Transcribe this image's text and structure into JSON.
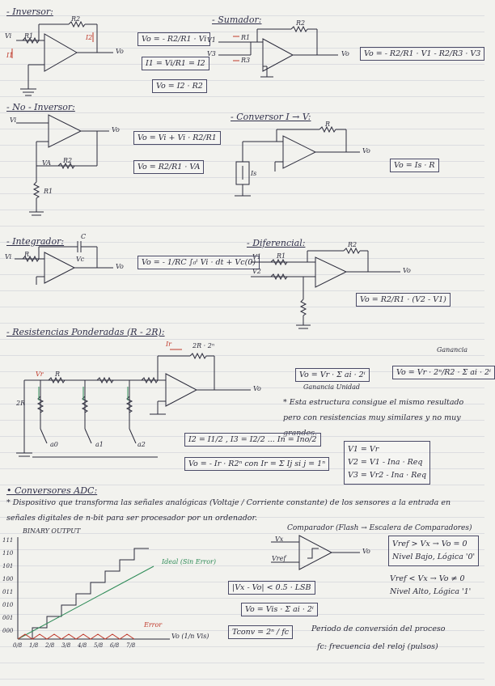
{
  "sections": {
    "inversor": {
      "title": "- Inversor:",
      "labels": {
        "vi": "Vi",
        "r1": "R1",
        "r2": "R2",
        "i1": "I1",
        "i2": "I2",
        "vo": "Vo"
      },
      "formula_1": "Vo = - R2/R1 · Vi",
      "formula_2": "I1 = Vi/R1 = I2",
      "formula_3": "Vo = I2 · R2"
    },
    "sumador": {
      "title": "- Sumador:",
      "labels": {
        "v1": "V1",
        "v3": "V3",
        "r1": "R1",
        "r2": "R2",
        "r3": "R3",
        "vo": "Vo"
      },
      "formula_1": "Vo = - R2/R1 · V1 - R2/R3 · V3"
    },
    "no_inversor": {
      "title": "- No - Inversor:",
      "labels": {
        "vi": "Vi",
        "va": "VA",
        "r1": "R1",
        "r2": "R2",
        "vo": "Vo"
      },
      "formula_1": "Vo = Vi + Vi · R2/R1",
      "formula_2": "Vo = R2/R1 · VA"
    },
    "conversor_iv": {
      "title": "- Conversor I → V:",
      "labels": {
        "r": "R",
        "is": "Is",
        "vo": "Vo"
      },
      "formula_1": "Vo = Is · R"
    },
    "integrador": {
      "title": "- Integrador:",
      "labels": {
        "vi": "Vi",
        "r": "R",
        "c": "C",
        "vc": "Vc",
        "vo": "Vo"
      },
      "formula_1": "Vo = - 1/RC ∫₀ᵗ Vi · dt + Vc(0)"
    },
    "diferencial": {
      "title": "- Diferencial:",
      "labels": {
        "v1": "V1",
        "v2": "V2",
        "r1": "R1",
        "r2": "R2",
        "vo": "Vo"
      },
      "formula_1": "Vo = R2/R1 · (V2 - V1)"
    },
    "resistencias_ponderadas": {
      "title": "- Resistencias Ponderadas (R - 2R):",
      "labels": {
        "ir": "Ir",
        "rf": "2R · 2ⁿ",
        "r": "R",
        "r2": "2R",
        "vr": "Vr",
        "vo": "Vo",
        "a0": "a0",
        "a1": "a1",
        "a2": "a2"
      },
      "formula_1": "Vo = Vr · Σ ai · 2ⁱ",
      "formula_1_note": "Ganancia Unidad",
      "formula_2": "Vo = Vr · 2ⁿ/R2 · Σ ai · 2ⁱ",
      "formula_2_note": "Ganancia",
      "note": "* Esta estructura consigue el mismo resultado pero con resistencias muy similares y no muy grandes.",
      "formula_3": "I2 = I1/2 , I3 = I2/2 ... In = Ino/2",
      "formula_4": "Vo = - Ir · R2ⁿ con Ir = Σ Ij si j = 1ⁿ",
      "formula_5": "V1 = Vr",
      "formula_6": "V2 = V1 - Ina · Req",
      "formula_7": "V3 = Vr2 - Ina · Req"
    },
    "conversores_adc": {
      "title": "• Conversores ADC:",
      "description": "* Dispositivo que transforma las señales analógicas (Voltaje / Corriente constante) de los sensores a la entrada en señales digitales de n-bit para ser procesador por un ordenador.",
      "chart_ylabel": "BINARY OUTPUT",
      "y_ticks": [
        "111",
        "110",
        "101",
        "100",
        "011",
        "010",
        "001",
        "000"
      ],
      "x_ticks": [
        "0/8",
        "1/8",
        "2/8",
        "3/8",
        "4/8",
        "5/8",
        "6/8",
        "7/8"
      ],
      "x_axis_label": "Vo (1/n Vis)",
      "ideal_label": "Ideal (Sin Error)",
      "error_label": "Error",
      "comparator_title": "Comparador (Flash → Escalera de Comparadores)",
      "comp_labels": {
        "vx": "Vx",
        "vref": "Vref",
        "vo": "Vo"
      },
      "comp_rule_1": "Vref > Vx → Vo = 0",
      "comp_rule_1b": "Nivel Bajo, Lógica '0'",
      "comp_rule_2": "Vref < Vx → Vo ≠ 0",
      "comp_rule_2b": "Nivel Alto, Lógica '1'",
      "formula_1": "|Vx - Vo| < 0.5 · LSB",
      "formula_2": "Vo = Vis · Σ ai · 2ⁱ",
      "formula_3": "Tconv = 2ⁿ / fc",
      "formula_3_note": "Periodo de conversión del proceso",
      "formula_3_note2": "fc: frecuencia del reloj (pulsos)"
    }
  }
}
